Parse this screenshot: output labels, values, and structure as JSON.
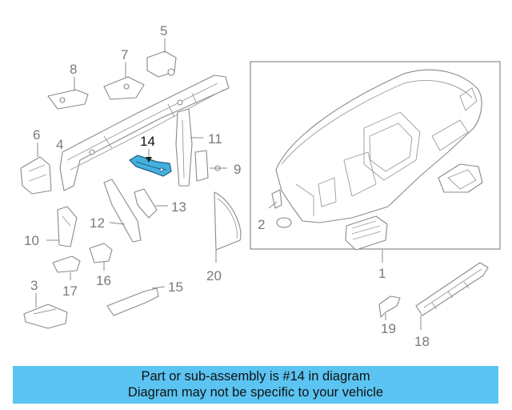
{
  "diagram": {
    "callouts": [
      "1",
      "2",
      "3",
      "4",
      "5",
      "6",
      "7",
      "8",
      "9",
      "10",
      "11",
      "12",
      "13",
      "14",
      "15",
      "16",
      "17",
      "18",
      "19",
      "20"
    ],
    "highlighted_part": "14",
    "highlight_color": "#45b0dd"
  },
  "banner": {
    "line1": "Part or sub-assembly is #14 in diagram",
    "line2": "Diagram may not be specific to your vehicle",
    "background": "#5bc4f2"
  }
}
